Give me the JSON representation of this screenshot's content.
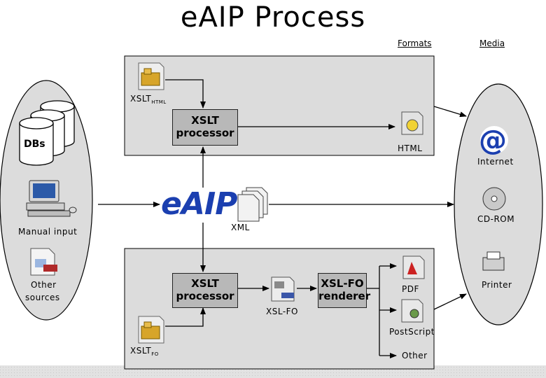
{
  "title": "eAIP Process",
  "headers": {
    "formats": "Formats",
    "media": "Media"
  },
  "sources": {
    "dbs": "DBs",
    "manual_input": "Manual input",
    "other_sources_line1": "Other",
    "other_sources_line2": "sources"
  },
  "logo": {
    "text": "eAIP"
  },
  "xml_label": "XML",
  "html_pipeline": {
    "xslt_label": "XSLT",
    "xslt_sub": "HTML",
    "processor_line1": "XSLT",
    "processor_line2": "processor",
    "output": "HTML"
  },
  "fo_pipeline": {
    "processor_line1": "XSLT",
    "processor_line2": "processor",
    "xslt_label": "XSLT",
    "xslt_sub": "FO",
    "xslfo_label": "XSL-FO",
    "renderer_line1": "XSL-FO",
    "renderer_line2": "renderer",
    "outputs": [
      "PDF",
      "PostScript",
      "Other"
    ]
  },
  "media": [
    "Internet",
    "CD-ROM",
    "Printer"
  ],
  "colors": {
    "panel": "#dcdcdc",
    "box": "#b8b8b8",
    "accent": "#1b3fb0"
  }
}
